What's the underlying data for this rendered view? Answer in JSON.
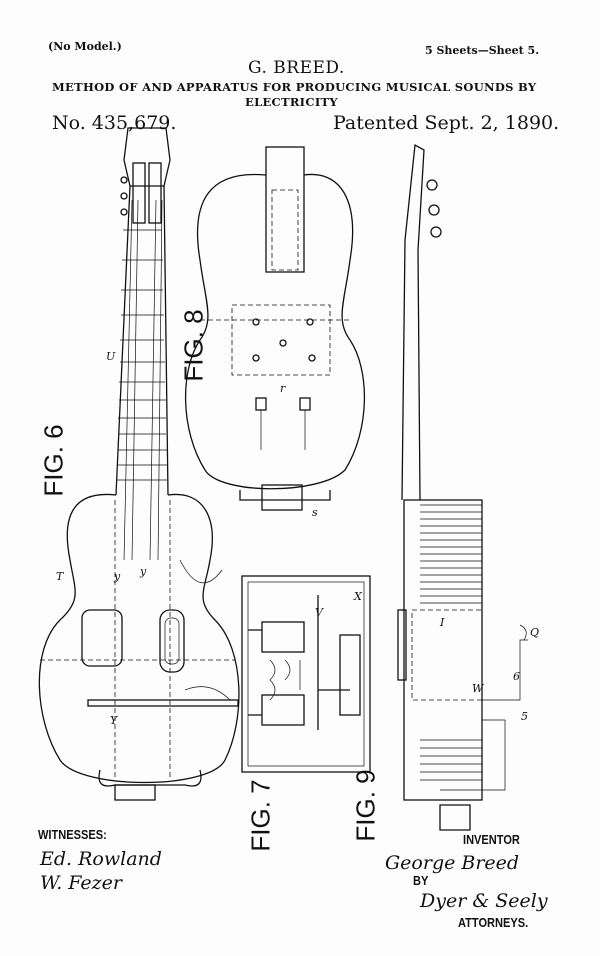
{
  "header": {
    "model_note": "(No Model.)",
    "sheets": "5 Sheets—Sheet 5.",
    "inventor_name": "G. BREED.",
    "title_line1": "METHOD OF AND APPARATUS FOR PRODUCING MUSICAL SOUNDS BY",
    "title_line2": "ELECTRICITY",
    "patent_number": "No. 435,679.",
    "patent_date": "Patented Sept. 2, 1890."
  },
  "figures": {
    "fig6": "FIG. 6",
    "fig7": "FIG. 7",
    "fig8": "FIG. 8",
    "fig9": "FIG. 9"
  },
  "labels": {
    "U": "U",
    "T": "T",
    "Y": "Y",
    "y": "y",
    "V": "V",
    "X": "X",
    "s": "s",
    "r": "r",
    "five": "5",
    "six": "6",
    "Q": "Q",
    "W": "W"
  },
  "footer": {
    "witnesses_label": "WITNESSES:",
    "witness1_signature": "Ed. Rowland",
    "witness2_signature": "W. Fezer",
    "inventor_label": "INVENTOR",
    "inventor_signature": "George Breed",
    "by_label": "BY",
    "attorney_signature": "Dyer & Seely",
    "attorneys_label": "ATTORNEYS."
  }
}
